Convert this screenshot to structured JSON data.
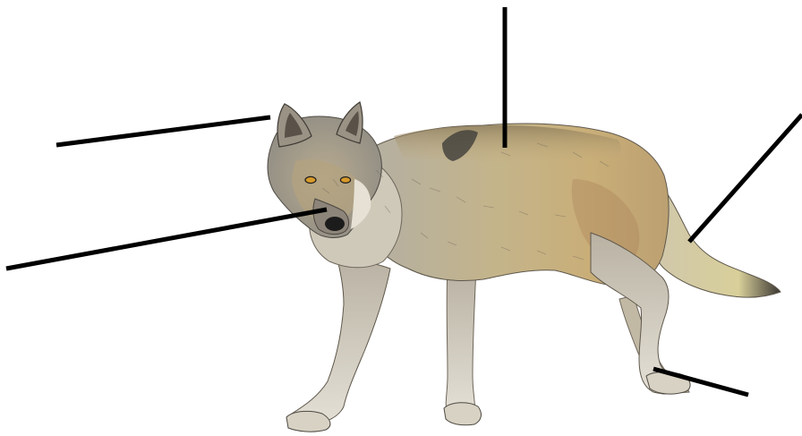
{
  "diagram": {
    "subject": "wolf-illustration",
    "colors": {
      "background": "#ffffff",
      "leader_line": "#000000",
      "fur_grey": "#a7a39a",
      "fur_light": "#d9d3c4",
      "fur_tan": "#c9ae78",
      "fur_ochre": "#b89a5a",
      "fur_dark": "#3f3d3a",
      "fur_rufous": "#a87e55",
      "eye": "#d79a2a",
      "nose": "#1d1c1c"
    },
    "labels": [
      {
        "id": "ear",
        "text": ""
      },
      {
        "id": "snout",
        "text": ""
      },
      {
        "id": "back",
        "text": ""
      },
      {
        "id": "tail",
        "text": ""
      },
      {
        "id": "paw",
        "text": ""
      }
    ]
  }
}
